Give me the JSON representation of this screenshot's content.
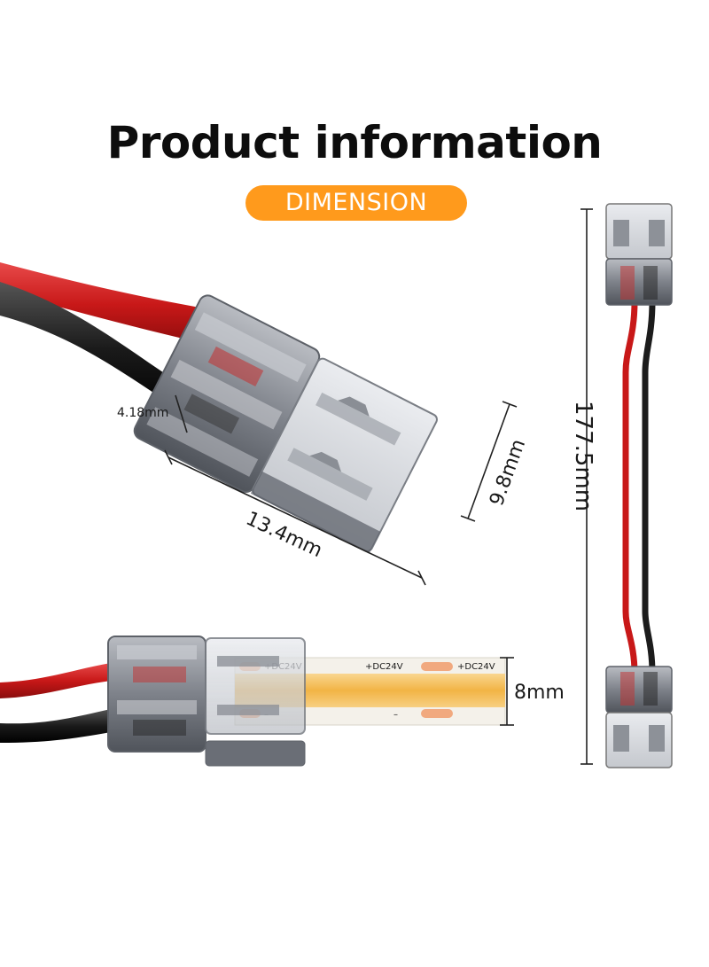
{
  "title": "Product information",
  "badge": "DIMENSION",
  "dimensions": {
    "wire_gap": "4.18mm",
    "length": "13.4mm",
    "width": "9.8mm",
    "total_length": "177.5mm",
    "strip_width": "8mm"
  },
  "strip_labels": {
    "positive": "+DC24V",
    "negative": "–"
  },
  "colors": {
    "badge": "#ff9a1c",
    "wire_red": "#d42020",
    "wire_black": "#1c1c1c",
    "strip": "#f4b84a",
    "connector": "#8e9299"
  }
}
